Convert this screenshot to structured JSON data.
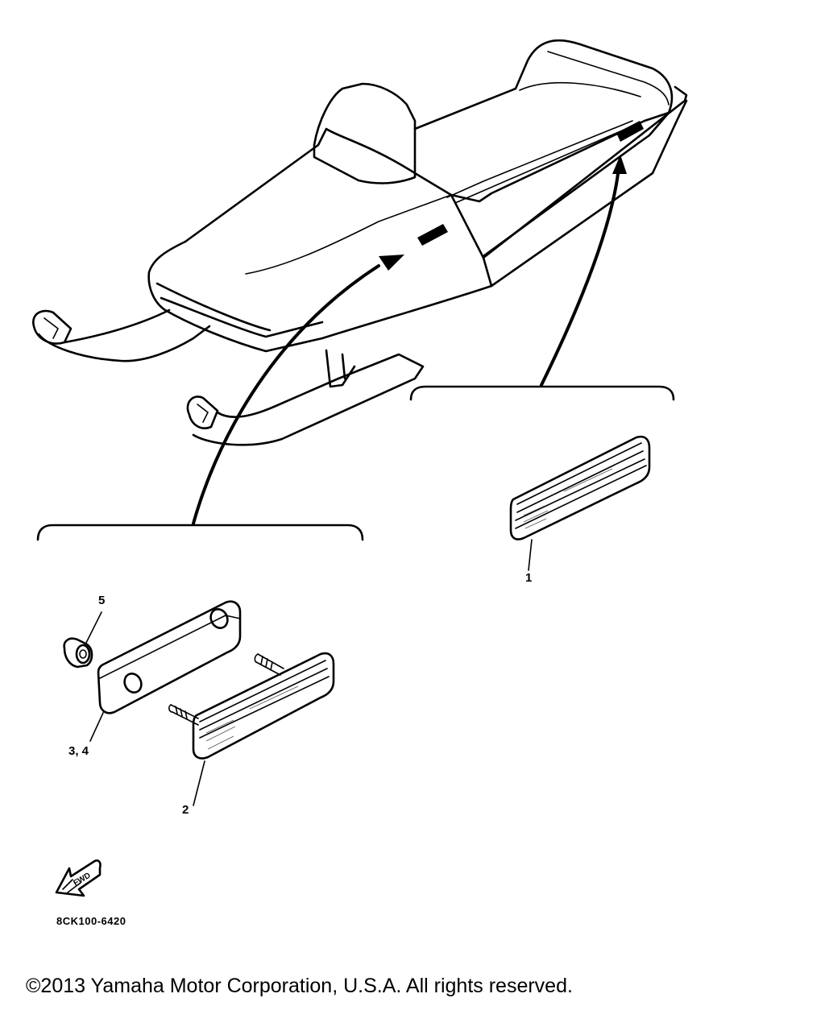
{
  "callouts": {
    "part_1": "1",
    "part_2": "2",
    "part_3_4": "3, 4",
    "part_5": "5"
  },
  "fwd_icon": {
    "name": "fwd-arrow-icon",
    "label": "FWD"
  },
  "diagram_code": "8CK100-6420",
  "copyright": "©2013 Yamaha Motor Corporation, U.S.A. All rights reserved.",
  "colors": {
    "ink": "#000000",
    "background": "#ffffff"
  }
}
